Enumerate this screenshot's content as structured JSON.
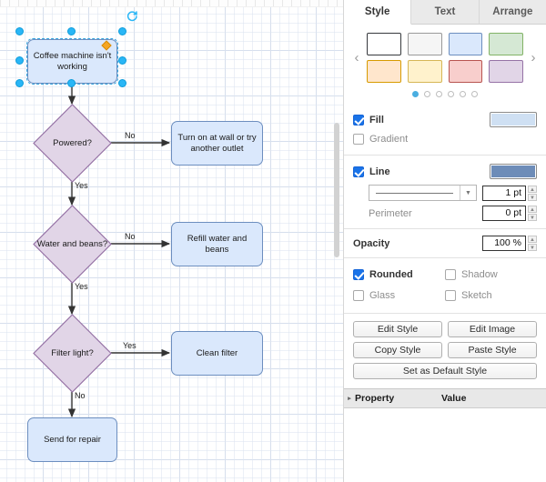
{
  "canvas": {
    "nodes": [
      {
        "id": "start",
        "label": "Coffee machine isn't working",
        "shape": "box",
        "selected": true
      },
      {
        "id": "d1",
        "label": "Powered?",
        "shape": "diamond"
      },
      {
        "id": "a1",
        "label": "Turn on at wall or try another outlet",
        "shape": "box"
      },
      {
        "id": "d2",
        "label": "Water and beans?",
        "shape": "diamond"
      },
      {
        "id": "a2",
        "label": "Refill water and beans",
        "shape": "box"
      },
      {
        "id": "d3",
        "label": "Filter light?",
        "shape": "diamond"
      },
      {
        "id": "a3",
        "label": "Clean filter",
        "shape": "box"
      },
      {
        "id": "end",
        "label": "Send for repair",
        "shape": "box"
      }
    ],
    "edge_labels": {
      "d1_no": "No",
      "d1_yes": "Yes",
      "d2_no": "No",
      "d2_yes": "Yes",
      "d3_yes": "Yes",
      "d3_no": "No"
    },
    "colors": {
      "box_fill": "#dae8fc",
      "box_stroke": "#6c8ebf",
      "diamond_fill": "#e1d5e7",
      "diamond_stroke": "#9673a6",
      "edge_stroke": "#333333",
      "selection": "#29b6f6",
      "constraint_handle": "#f5a623"
    }
  },
  "panel": {
    "tabs": [
      {
        "label": "Style",
        "active": true
      },
      {
        "label": "Text",
        "active": false
      },
      {
        "label": "Arrange",
        "active": false
      }
    ],
    "palette": {
      "prev_arrow": "‹",
      "next_arrow": "›",
      "swatches": [
        {
          "name": "white",
          "fill": "#ffffff",
          "stroke": "#36393d"
        },
        {
          "name": "gray",
          "fill": "#f5f5f5",
          "stroke": "#999999"
        },
        {
          "name": "blue",
          "fill": "#dae8fc",
          "stroke": "#6c8ebf"
        },
        {
          "name": "green",
          "fill": "#d5e8d4",
          "stroke": "#82b366"
        },
        {
          "name": "orange",
          "fill": "#ffe6cc",
          "stroke": "#d79b00"
        },
        {
          "name": "yellow",
          "fill": "#fff2cc",
          "stroke": "#d6b656"
        },
        {
          "name": "red",
          "fill": "#f8cecc",
          "stroke": "#b85450"
        },
        {
          "name": "purple",
          "fill": "#e1d5e7",
          "stroke": "#9673a6"
        }
      ],
      "page_count": 6,
      "active_page": 1
    },
    "fill": {
      "label": "Fill",
      "checked": true,
      "color": "#cfe0f3"
    },
    "gradient": {
      "label": "Gradient",
      "checked": false
    },
    "line": {
      "label": "Line",
      "checked": true,
      "color": "#6d8cb8",
      "style_caret": "▼",
      "width_value": "1 pt"
    },
    "perimeter": {
      "label": "Perimeter",
      "value": "0 pt"
    },
    "opacity": {
      "label": "Opacity",
      "value": "100 %"
    },
    "toggles": [
      {
        "label": "Rounded",
        "checked": true
      },
      {
        "label": "Shadow",
        "checked": false
      },
      {
        "label": "Glass",
        "checked": false
      },
      {
        "label": "Sketch",
        "checked": false
      }
    ],
    "buttons": {
      "edit_style": "Edit Style",
      "edit_image": "Edit Image",
      "copy_style": "Copy Style",
      "paste_style": "Paste Style",
      "set_default": "Set as Default Style"
    },
    "properties": {
      "caret": "▸",
      "col_property": "Property",
      "col_value": "Value",
      "rows": []
    }
  }
}
